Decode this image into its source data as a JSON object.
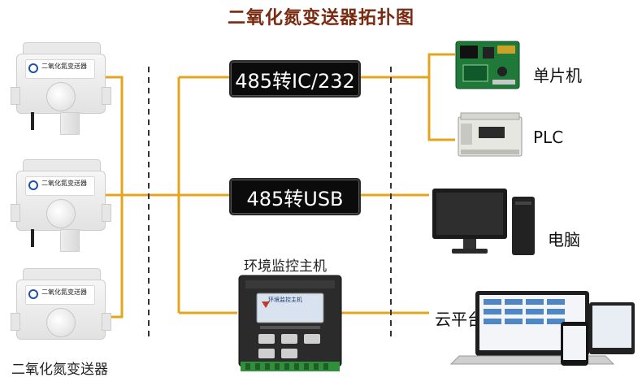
{
  "title": "二氧化氮变送器拓扑图",
  "sensors": {
    "caption": "二氧化氮变送器",
    "plate_text": "二氧化氮变送器",
    "count": 3
  },
  "converters": [
    {
      "id": "rs485-ic232",
      "label": "485转IC/232"
    },
    {
      "id": "rs485-usb",
      "label": "485转USB"
    }
  ],
  "host": {
    "label": "环境监控主机",
    "screen_text": "环境监控主机"
  },
  "targets": [
    {
      "id": "mcu",
      "label": "单片机"
    },
    {
      "id": "plc",
      "label": "PLC"
    },
    {
      "id": "pc",
      "label": "电脑"
    },
    {
      "id": "cloud",
      "label": "云平台"
    }
  ],
  "colors": {
    "wire": "#e3a41f",
    "title": "#7a2a10",
    "box": "#0b0b0b",
    "pcb": "#1f7a3a"
  }
}
